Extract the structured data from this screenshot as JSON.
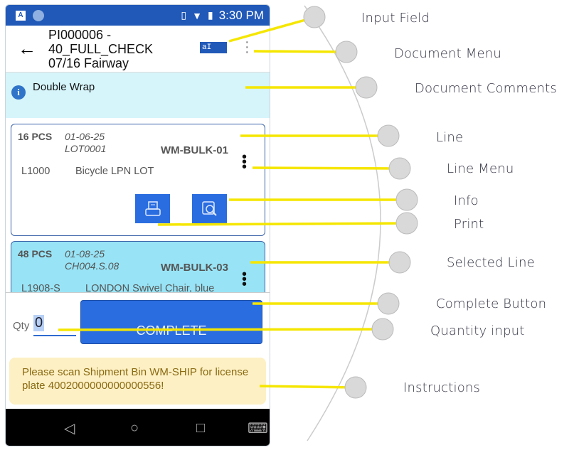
{
  "status_bar": {
    "time": "3:30 PM"
  },
  "header": {
    "title_line1": "PI000006 -",
    "title_line2": "40_FULL_CHECK",
    "title_line3": "07/16  Fairway",
    "input_field_text": "aI"
  },
  "comments": {
    "text": "Double Wrap"
  },
  "lines": [
    {
      "qty": "16 PCS",
      "date": "01-06-25",
      "lot": "LOT0001",
      "bin": "WM-BULK-01",
      "code": "L1000",
      "description": "Bicycle LPN LOT"
    },
    {
      "qty": "48 PCS",
      "date": "01-08-25",
      "lot": "CH004.S.08",
      "bin": "WM-BULK-03",
      "code": "L1908-S",
      "description": "LONDON Swivel Chair, blue"
    }
  ],
  "footer": {
    "qty_label": "Qty",
    "qty_value": "0",
    "complete_label": "COMPLETE",
    "instructions": "Please scan Shipment Bin WM-SHIP for license plate 4002000000000000556!"
  },
  "callouts": [
    "Input Field",
    "Document Menu",
    "Document Comments",
    "Line",
    "Line Menu",
    "Info",
    "Print",
    "Selected Line",
    "Complete Button",
    "Quantity input",
    "Instructions"
  ],
  "colors": {
    "primary": "#2159b8",
    "button": "#2a6de0",
    "comment_bg": "#d6f5fb",
    "selected_bg": "#98e4f6",
    "instructions_bg": "#fdf0c4",
    "callout_line": "#f5e600"
  }
}
